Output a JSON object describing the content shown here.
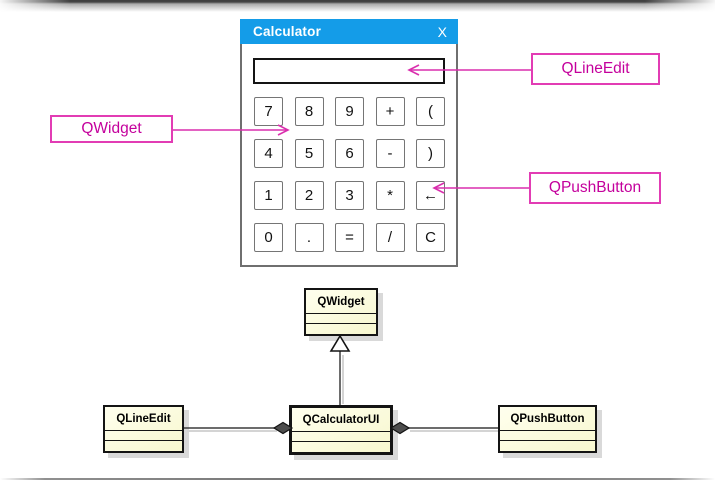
{
  "calculator": {
    "title": "Calculator",
    "close": "X",
    "display_value": "",
    "buttons": [
      "7",
      "8",
      "9",
      "+",
      "(",
      "4",
      "5",
      "6",
      "-",
      ")",
      "1",
      "2",
      "3",
      "*",
      "←",
      "0",
      ".",
      "=",
      "/",
      "C"
    ]
  },
  "annotations": {
    "qwidget": "QWidget",
    "qlineedit": "QLineEdit",
    "qpushbutton": "QPushButton"
  },
  "uml": {
    "qwidget": "QWidget",
    "qlineedit": "QLineEdit",
    "qcalculatorui": "QCalculatorUI",
    "qpushbutton": "QPushButton"
  },
  "colors": {
    "titlebar": "#149CE8",
    "magenta": "#C4009C",
    "magenta_border": "#E23CB4",
    "uml_fill": "#FFFFDE"
  }
}
